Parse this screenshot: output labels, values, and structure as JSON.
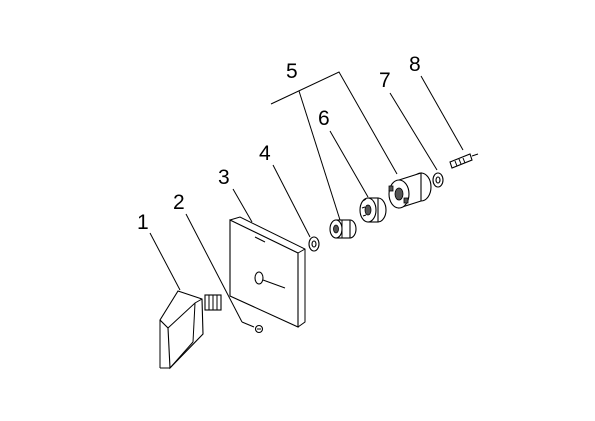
{
  "callouts": [
    "1",
    "2",
    "3",
    "4",
    "5",
    "6",
    "7",
    "8"
  ]
}
